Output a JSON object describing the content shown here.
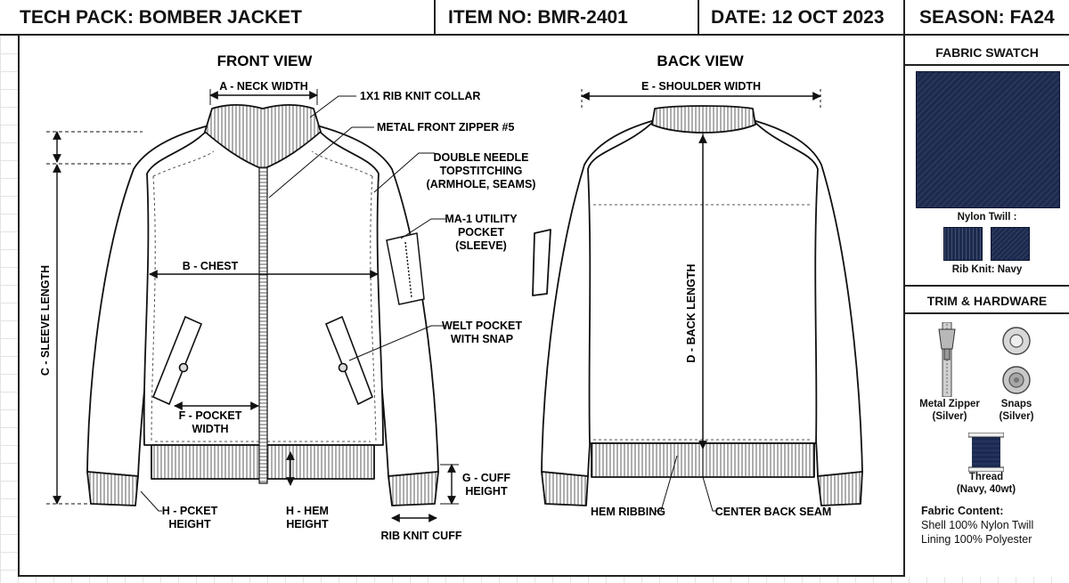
{
  "header": {
    "title": "TECH PACK: BOMBER JACKET",
    "item_no": "ITEM NO: BMR-2401",
    "date": "DATE: 12 OCT 2023",
    "season": "SEASON: FA24"
  },
  "views": {
    "front_title": "FRONT VIEW",
    "back_title": "BACK VIEW"
  },
  "measurements": {
    "neck_width": "A - NECK WIDTH",
    "chest": "B - CHEST",
    "sleeve_length": "C - SLEEVE LENGTH",
    "back_length": "D - BACK LENGTH",
    "shoulder_width": "E - SHOULDER WIDTH",
    "pocket_width_1": "F - POCKET",
    "pocket_width_2": "WIDTH",
    "cuff_height_1": "G - CUFF",
    "cuff_height_2": "HEIGHT",
    "pocket_height_1": "H - PCKET",
    "pocket_height_2": "HEIGHT",
    "hem_height_1": "H - HEM",
    "hem_height_2": "HEIGHT"
  },
  "callouts": {
    "collar": "1X1 RIB KNIT COLLAR",
    "zipper": "METAL FRONT ZIPPER #5",
    "topstitch_1": "DOUBLE NEEDLE",
    "topstitch_2": "TOPSTITCHING",
    "topstitch_3": "(ARMHOLE, SEAMS)",
    "utility_1": "MA-1 UTILITY",
    "utility_2": "POCKET",
    "utility_3": "(SLEEVE)",
    "welt_1": "WELT POCKET",
    "welt_2": "WITH SNAP",
    "rib_cuff": "RIB KNIT CUFF",
    "hem_ribbing": "HEM RIBBING",
    "center_back_seam": "CENTER BACK SEAM"
  },
  "sidebar": {
    "fabric_title": "FABRIC SWATCH",
    "nylon_label": "Nylon Twill :",
    "rib_label": "Rib Knit: Navy",
    "trim_title": "TRIM & HARDWARE",
    "zipper_1": "Metal Zipper",
    "zipper_2": "(Silver)",
    "snaps_1": "Snaps",
    "snaps_2": "(Silver)",
    "thread_1": "Thread",
    "thread_2": "(Navy, 40wt)",
    "content_title": "Fabric Content:",
    "content_1": "Shell 100% Nylon Twill",
    "content_2": "Lining 100% Polyester"
  },
  "colors": {
    "navy": "#1c2a4f",
    "silver": "#b8b8b8",
    "line": "#111111"
  }
}
